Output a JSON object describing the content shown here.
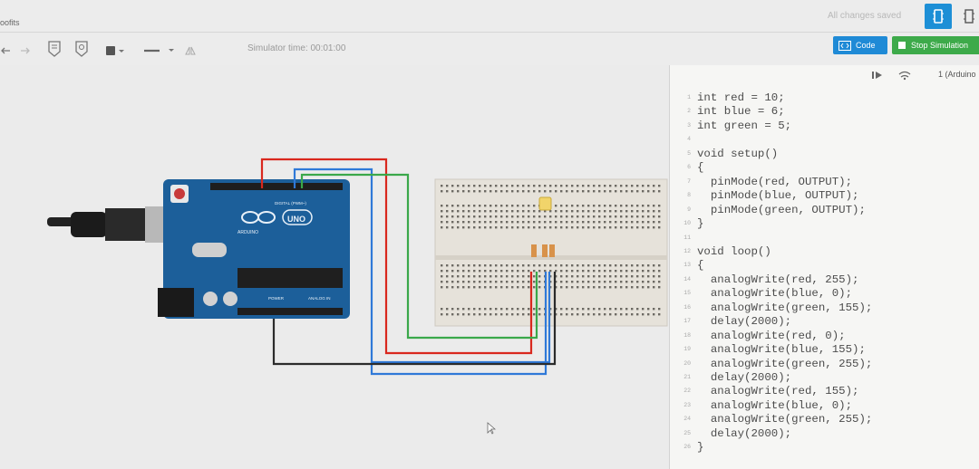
{
  "header": {
    "project_name": "oofits",
    "save_status": "All changes saved"
  },
  "toolbar": {
    "simulator_time": "Simulator time: 00:01:00",
    "code_label": "Code",
    "stop_label": "Stop Simulation"
  },
  "code_panel": {
    "device": "1 (Arduino",
    "lines": [
      {
        "n": "1",
        "text": "int red = 10;"
      },
      {
        "n": "2",
        "text": "int blue = 6;"
      },
      {
        "n": "3",
        "text": "int green = 5;"
      },
      {
        "n": "4",
        "text": ""
      },
      {
        "n": "5",
        "text": "void setup()"
      },
      {
        "n": "6",
        "text": "{"
      },
      {
        "n": "7",
        "text": "  pinMode(red, OUTPUT);"
      },
      {
        "n": "8",
        "text": "  pinMode(blue, OUTPUT);"
      },
      {
        "n": "9",
        "text": "  pinMode(green, OUTPUT);"
      },
      {
        "n": "10",
        "text": "}"
      },
      {
        "n": "11",
        "text": ""
      },
      {
        "n": "12",
        "text": "void loop()"
      },
      {
        "n": "13",
        "text": "{"
      },
      {
        "n": "14",
        "text": "  analogWrite(red, 255);"
      },
      {
        "n": "15",
        "text": "  analogWrite(blue, 0);"
      },
      {
        "n": "16",
        "text": "  analogWrite(green, 155);"
      },
      {
        "n": "17",
        "text": "  delay(2000);"
      },
      {
        "n": "18",
        "text": "  analogWrite(red, 0);"
      },
      {
        "n": "19",
        "text": "  analogWrite(blue, 155);"
      },
      {
        "n": "20",
        "text": "  analogWrite(green, 255);"
      },
      {
        "n": "21",
        "text": "  delay(2000);"
      },
      {
        "n": "22",
        "text": "  analogWrite(red, 155);"
      },
      {
        "n": "23",
        "text": "  analogWrite(blue, 0);"
      },
      {
        "n": "24",
        "text": "  analogWrite(green, 255);"
      },
      {
        "n": "25",
        "text": "  delay(2000);"
      },
      {
        "n": "26",
        "text": "}"
      }
    ]
  },
  "circuit": {
    "board_brand": "ARDUINO",
    "board_model": "UNO",
    "digital_label": "DIGITAL (PWM~)",
    "power_label": "POWER",
    "analog_label": "ANALOG IN",
    "wire_colors": {
      "red": "#d9281e",
      "blue": "#2f79d8",
      "green": "#3aa84a",
      "black": "#2b2b2b"
    }
  },
  "colors": {
    "accent": "#1f8ad6",
    "stop": "#3daa4a",
    "board": "#1c5f9a"
  }
}
